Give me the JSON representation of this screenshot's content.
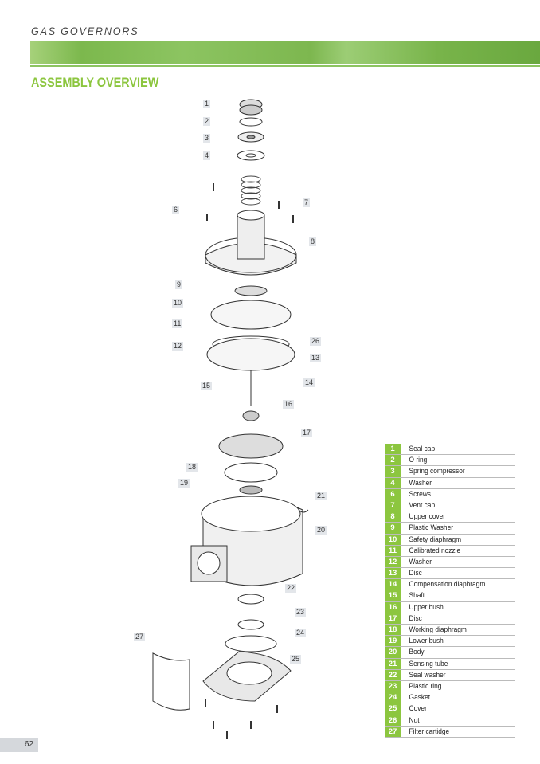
{
  "header": {
    "section": "GAS GOVERNORS",
    "title": "ASSEMBLY OVERVIEW"
  },
  "callouts": [
    "1",
    "2",
    "3",
    "4",
    "6",
    "7",
    "8",
    "9",
    "10",
    "11",
    "12",
    "26",
    "13",
    "14",
    "15",
    "16",
    "17",
    "18",
    "19",
    "21",
    "20",
    "22",
    "23",
    "24",
    "27",
    "25"
  ],
  "parts": [
    {
      "n": "1",
      "name": "Seal cap"
    },
    {
      "n": "2",
      "name": "O ring"
    },
    {
      "n": "3",
      "name": "Spring compressor"
    },
    {
      "n": "4",
      "name": "Washer"
    },
    {
      "n": "6",
      "name": "Screws"
    },
    {
      "n": "7",
      "name": "Vent cap"
    },
    {
      "n": "8",
      "name": "Upper cover"
    },
    {
      "n": "9",
      "name": "Plastic Washer"
    },
    {
      "n": "10",
      "name": "Safety diaphragm"
    },
    {
      "n": "11",
      "name": "Calibrated nozzle"
    },
    {
      "n": "12",
      "name": "Washer"
    },
    {
      "n": "13",
      "name": "Disc"
    },
    {
      "n": "14",
      "name": "Compensation diaphragm"
    },
    {
      "n": "15",
      "name": "Shaft"
    },
    {
      "n": "16",
      "name": "Upper bush"
    },
    {
      "n": "17",
      "name": "Disc"
    },
    {
      "n": "18",
      "name": "Working diaphragm"
    },
    {
      "n": "19",
      "name": "Lower bush"
    },
    {
      "n": "20",
      "name": "Body"
    },
    {
      "n": "21",
      "name": "Sensing tube"
    },
    {
      "n": "22",
      "name": "Seal washer"
    },
    {
      "n": "23",
      "name": "Plastic ring"
    },
    {
      "n": "24",
      "name": "Gasket"
    },
    {
      "n": "25",
      "name": "Cover"
    },
    {
      "n": "26",
      "name": "Nut"
    },
    {
      "n": "27",
      "name": "Filter cartidge"
    }
  ],
  "page_number": "62",
  "colors": {
    "accent": "#8cc63f"
  }
}
